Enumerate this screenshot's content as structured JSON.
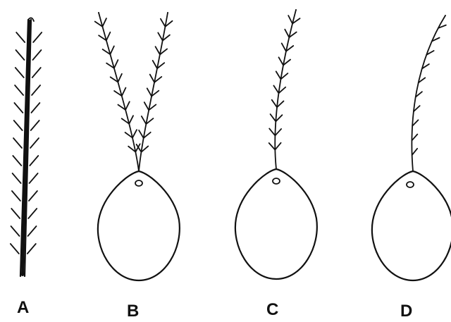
{
  "figure": {
    "panels": [
      {
        "label": "A",
        "structure": "barbed-shaft"
      },
      {
        "label": "B",
        "structure": "egg-with-two-barbed-filaments"
      },
      {
        "label": "C",
        "structure": "egg-with-one-barbed-filament"
      },
      {
        "label": "D",
        "structure": "egg-with-one-unilateral-barbed-filament"
      }
    ],
    "colors": {
      "ink": "#111111",
      "background": "#ffffff"
    }
  }
}
